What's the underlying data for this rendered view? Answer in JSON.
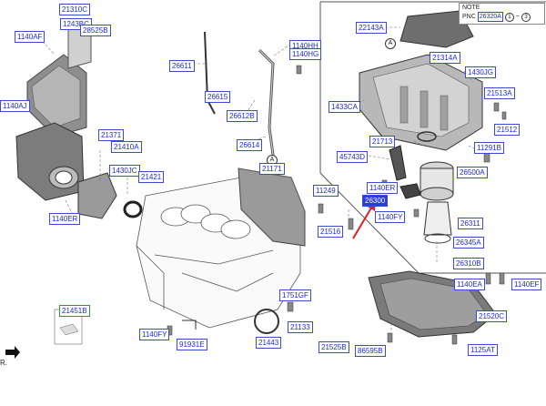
{
  "note": {
    "title": "NOTE",
    "pnc_label": "PNC",
    "pnc_value": "26320A",
    "circle_1": "1",
    "tilde": "~",
    "circle_2": "3"
  },
  "ref_a": "A",
  "edge_letter": "R.",
  "labels": [
    {
      "id": "21310C",
      "text": "21310C"
    },
    {
      "id": "1243BC",
      "text": "1243BC"
    },
    {
      "id": "28525B",
      "text": "28525B"
    },
    {
      "id": "1140AF",
      "text": "1140AF"
    },
    {
      "id": "1140AJ",
      "text": "1140AJ"
    },
    {
      "id": "21371",
      "text": "21371"
    },
    {
      "id": "21410A",
      "text": "21410A"
    },
    {
      "id": "1430JC",
      "text": "1430JC"
    },
    {
      "id": "21421",
      "text": "21421"
    },
    {
      "id": "1140ER-l",
      "text": "1140ER"
    },
    {
      "id": "26611",
      "text": "26611"
    },
    {
      "id": "26615",
      "text": "26615"
    },
    {
      "id": "26612B",
      "text": "26612B"
    },
    {
      "id": "26614",
      "text": "26614"
    },
    {
      "id": "1140HH",
      "text": "1140HH"
    },
    {
      "id": "1140HG",
      "text": "1140HG"
    },
    {
      "id": "21171",
      "text": "21171"
    },
    {
      "id": "11249",
      "text": "11249"
    },
    {
      "id": "21516",
      "text": "21516"
    },
    {
      "id": "22143A",
      "text": "22143A"
    },
    {
      "id": "21314A",
      "text": "21314A"
    },
    {
      "id": "1430JG",
      "text": "1430JG"
    },
    {
      "id": "21513A",
      "text": "21513A"
    },
    {
      "id": "1433CA",
      "text": "1433CA"
    },
    {
      "id": "21512",
      "text": "21512"
    },
    {
      "id": "21713",
      "text": "21713"
    },
    {
      "id": "11291B",
      "text": "11291B"
    },
    {
      "id": "45743D",
      "text": "45743D"
    },
    {
      "id": "26500A",
      "text": "26500A"
    },
    {
      "id": "1140ER-r",
      "text": "1140ER"
    },
    {
      "id": "hl-part",
      "text": "26300"
    },
    {
      "id": "1140FY",
      "text": "1140FY"
    },
    {
      "id": "26311",
      "text": "26311"
    },
    {
      "id": "26345A",
      "text": "26345A"
    },
    {
      "id": "26310B",
      "text": "26310B"
    },
    {
      "id": "1140EA",
      "text": "1140EA"
    },
    {
      "id": "1140EF",
      "text": "1140EF"
    },
    {
      "id": "21451B",
      "text": "21451B"
    },
    {
      "id": "1751GF",
      "text": "1751GF"
    },
    {
      "id": "21133",
      "text": "21133"
    },
    {
      "id": "1140FY-b",
      "text": "1140FY"
    },
    {
      "id": "91931E",
      "text": "91931E"
    },
    {
      "id": "21443",
      "text": "21443"
    },
    {
      "id": "21520C",
      "text": "21520C"
    },
    {
      "id": "21525B",
      "text": "21525B"
    },
    {
      "id": "86595B",
      "text": "86595B"
    },
    {
      "id": "1125AT",
      "text": "1125AT"
    }
  ],
  "colors": {
    "label_border": "#3b4bd8",
    "label_text": "#1d2ad6",
    "highlight_bg": "#2b3cd9",
    "arrow": "#e02020"
  }
}
